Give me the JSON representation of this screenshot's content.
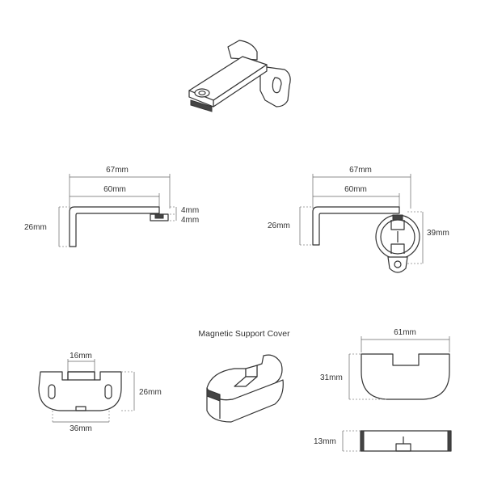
{
  "bracket_side_view": {
    "width_outer": "67mm",
    "width_inner": "60mm",
    "height": "26mm",
    "pad_top": "4mm",
    "pad_bottom": "4mm"
  },
  "bracket_round_view": {
    "width_outer": "67mm",
    "width_inner": "60mm",
    "height": "26mm",
    "round_height": "39mm"
  },
  "base_plate": {
    "notch_width": "16mm",
    "height": "26mm",
    "bottom_width": "36mm"
  },
  "magnetic_cover": {
    "caption": "Magnetic Support Cover"
  },
  "cover_top_view": {
    "width": "61mm",
    "height": "31mm"
  },
  "cover_side_view": {
    "height": "13mm"
  }
}
